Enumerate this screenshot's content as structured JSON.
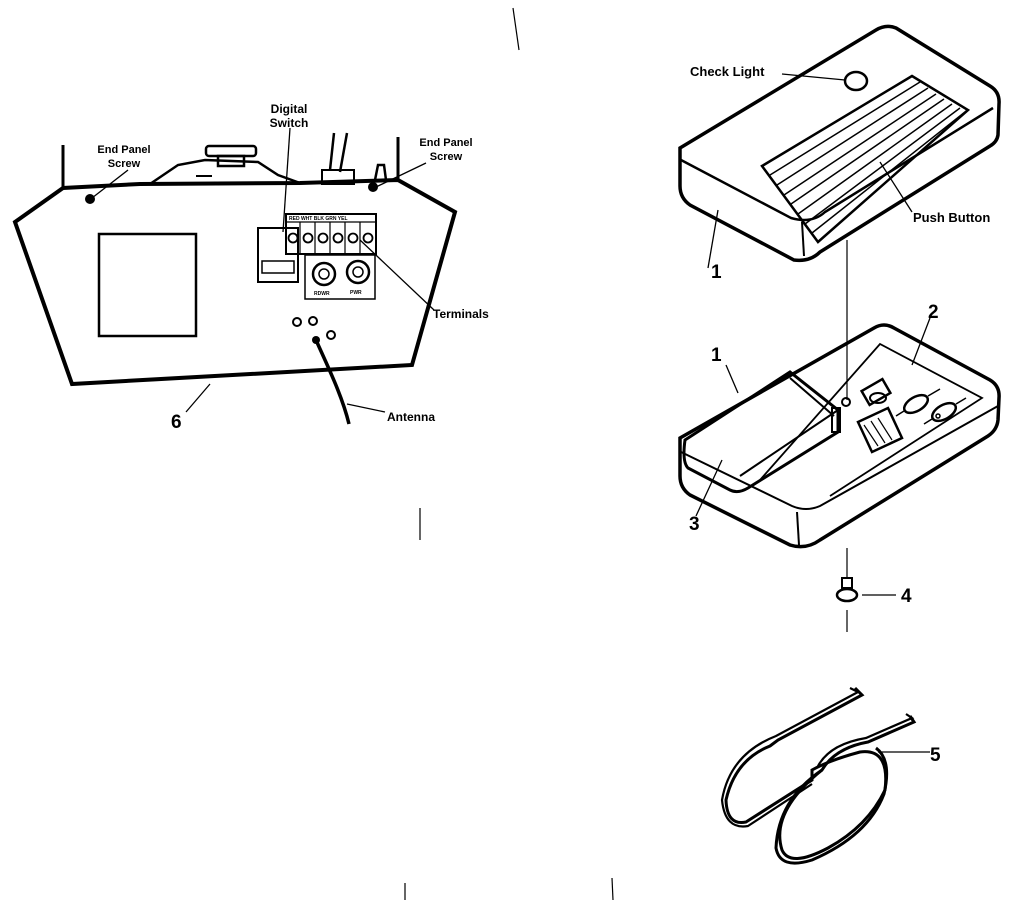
{
  "opener": {
    "labels": {
      "digital_switch_line1": "Digital",
      "digital_switch_line2": "Switch",
      "end_panel_left_line1": "End Panel",
      "end_panel_left_line2": "Screw",
      "end_panel_right_line1": "End Panel",
      "end_panel_right_line2": "Screw",
      "terminals": "Terminals",
      "antenna": "Antenna",
      "callout_6": "6"
    }
  },
  "transmitter": {
    "labels": {
      "check_light": "Check Light",
      "push_button": "Push Button",
      "callout_1_top": "1",
      "callout_1_bottom": "1",
      "callout_2": "2",
      "callout_3": "3",
      "callout_4": "4",
      "callout_5": "5"
    }
  },
  "colors": {
    "ink": "#000000",
    "paper": "#ffffff"
  }
}
